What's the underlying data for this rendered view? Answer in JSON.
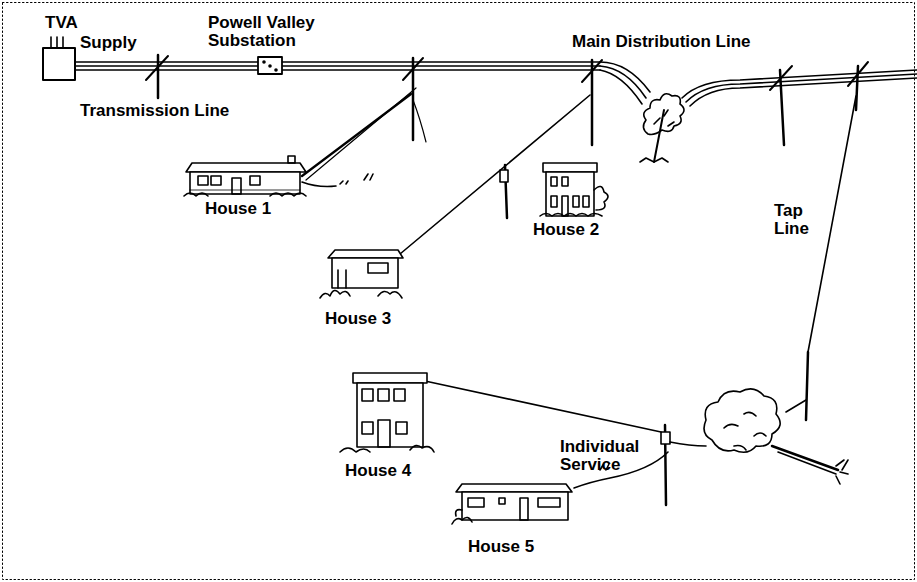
{
  "diagram": {
    "labels": [
      "TVA",
      "Supply",
      "Transmission Line",
      "Powell Valley Substation",
      "Main Distribution Line",
      "House 1",
      "House 2",
      "Tap Line",
      "House 3",
      "House 4",
      "Individual Service",
      "House 5"
    ]
  }
}
